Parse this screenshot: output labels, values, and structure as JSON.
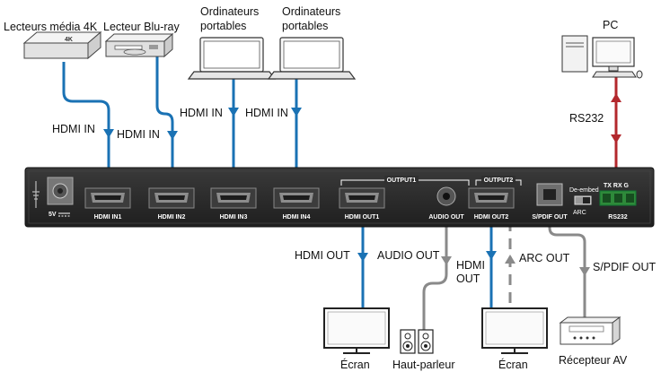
{
  "devices": {
    "media_4k": "Lecteurs média 4K",
    "bluray": "Lecteur Blu-ray",
    "laptop1": [
      "Ordinateurs",
      "portables"
    ],
    "laptop2": [
      "Ordinateurs",
      "portables"
    ],
    "pc": "PC",
    "screen1": "Écran",
    "speaker": "Haut-parleur",
    "screen2": "Écran",
    "av_receiver": "Récepteur AV",
    "media_badge": "4K"
  },
  "connections": {
    "hdmi_in_1": "HDMI IN",
    "hdmi_in_2": "HDMI IN",
    "hdmi_in_3": "HDMI IN",
    "hdmi_in_4": "HDMI IN",
    "rs232": "RS232",
    "hdmi_out_1": "HDMI OUT",
    "audio_out": "AUDIO OUT",
    "hdmi_out_2": [
      "HDMI",
      "OUT"
    ],
    "arc_out": "ARC OUT",
    "spdif_out": "S/PDIF OUT"
  },
  "panel": {
    "power_label": "5V",
    "ports": [
      "HDMI IN1",
      "HDMI IN2",
      "HDMI IN3",
      "HDMI IN4",
      "HDMI OUT1",
      "AUDIO OUT",
      "HDMI OUT2",
      "S/PDIF OUT"
    ],
    "output1_group": "OUTPUT1",
    "output2_group": "OUTPUT2",
    "switch_label": "De-embed",
    "arc_label": "ARC",
    "rs232_label": "RS232",
    "rs232_pins": "TX  RX  G"
  },
  "colors": {
    "hdmi_cable": "#1a72b4",
    "rs232_cable": "#b3282d",
    "audio_cable": "#8a8a8a",
    "panel": "#2b2b2b"
  }
}
